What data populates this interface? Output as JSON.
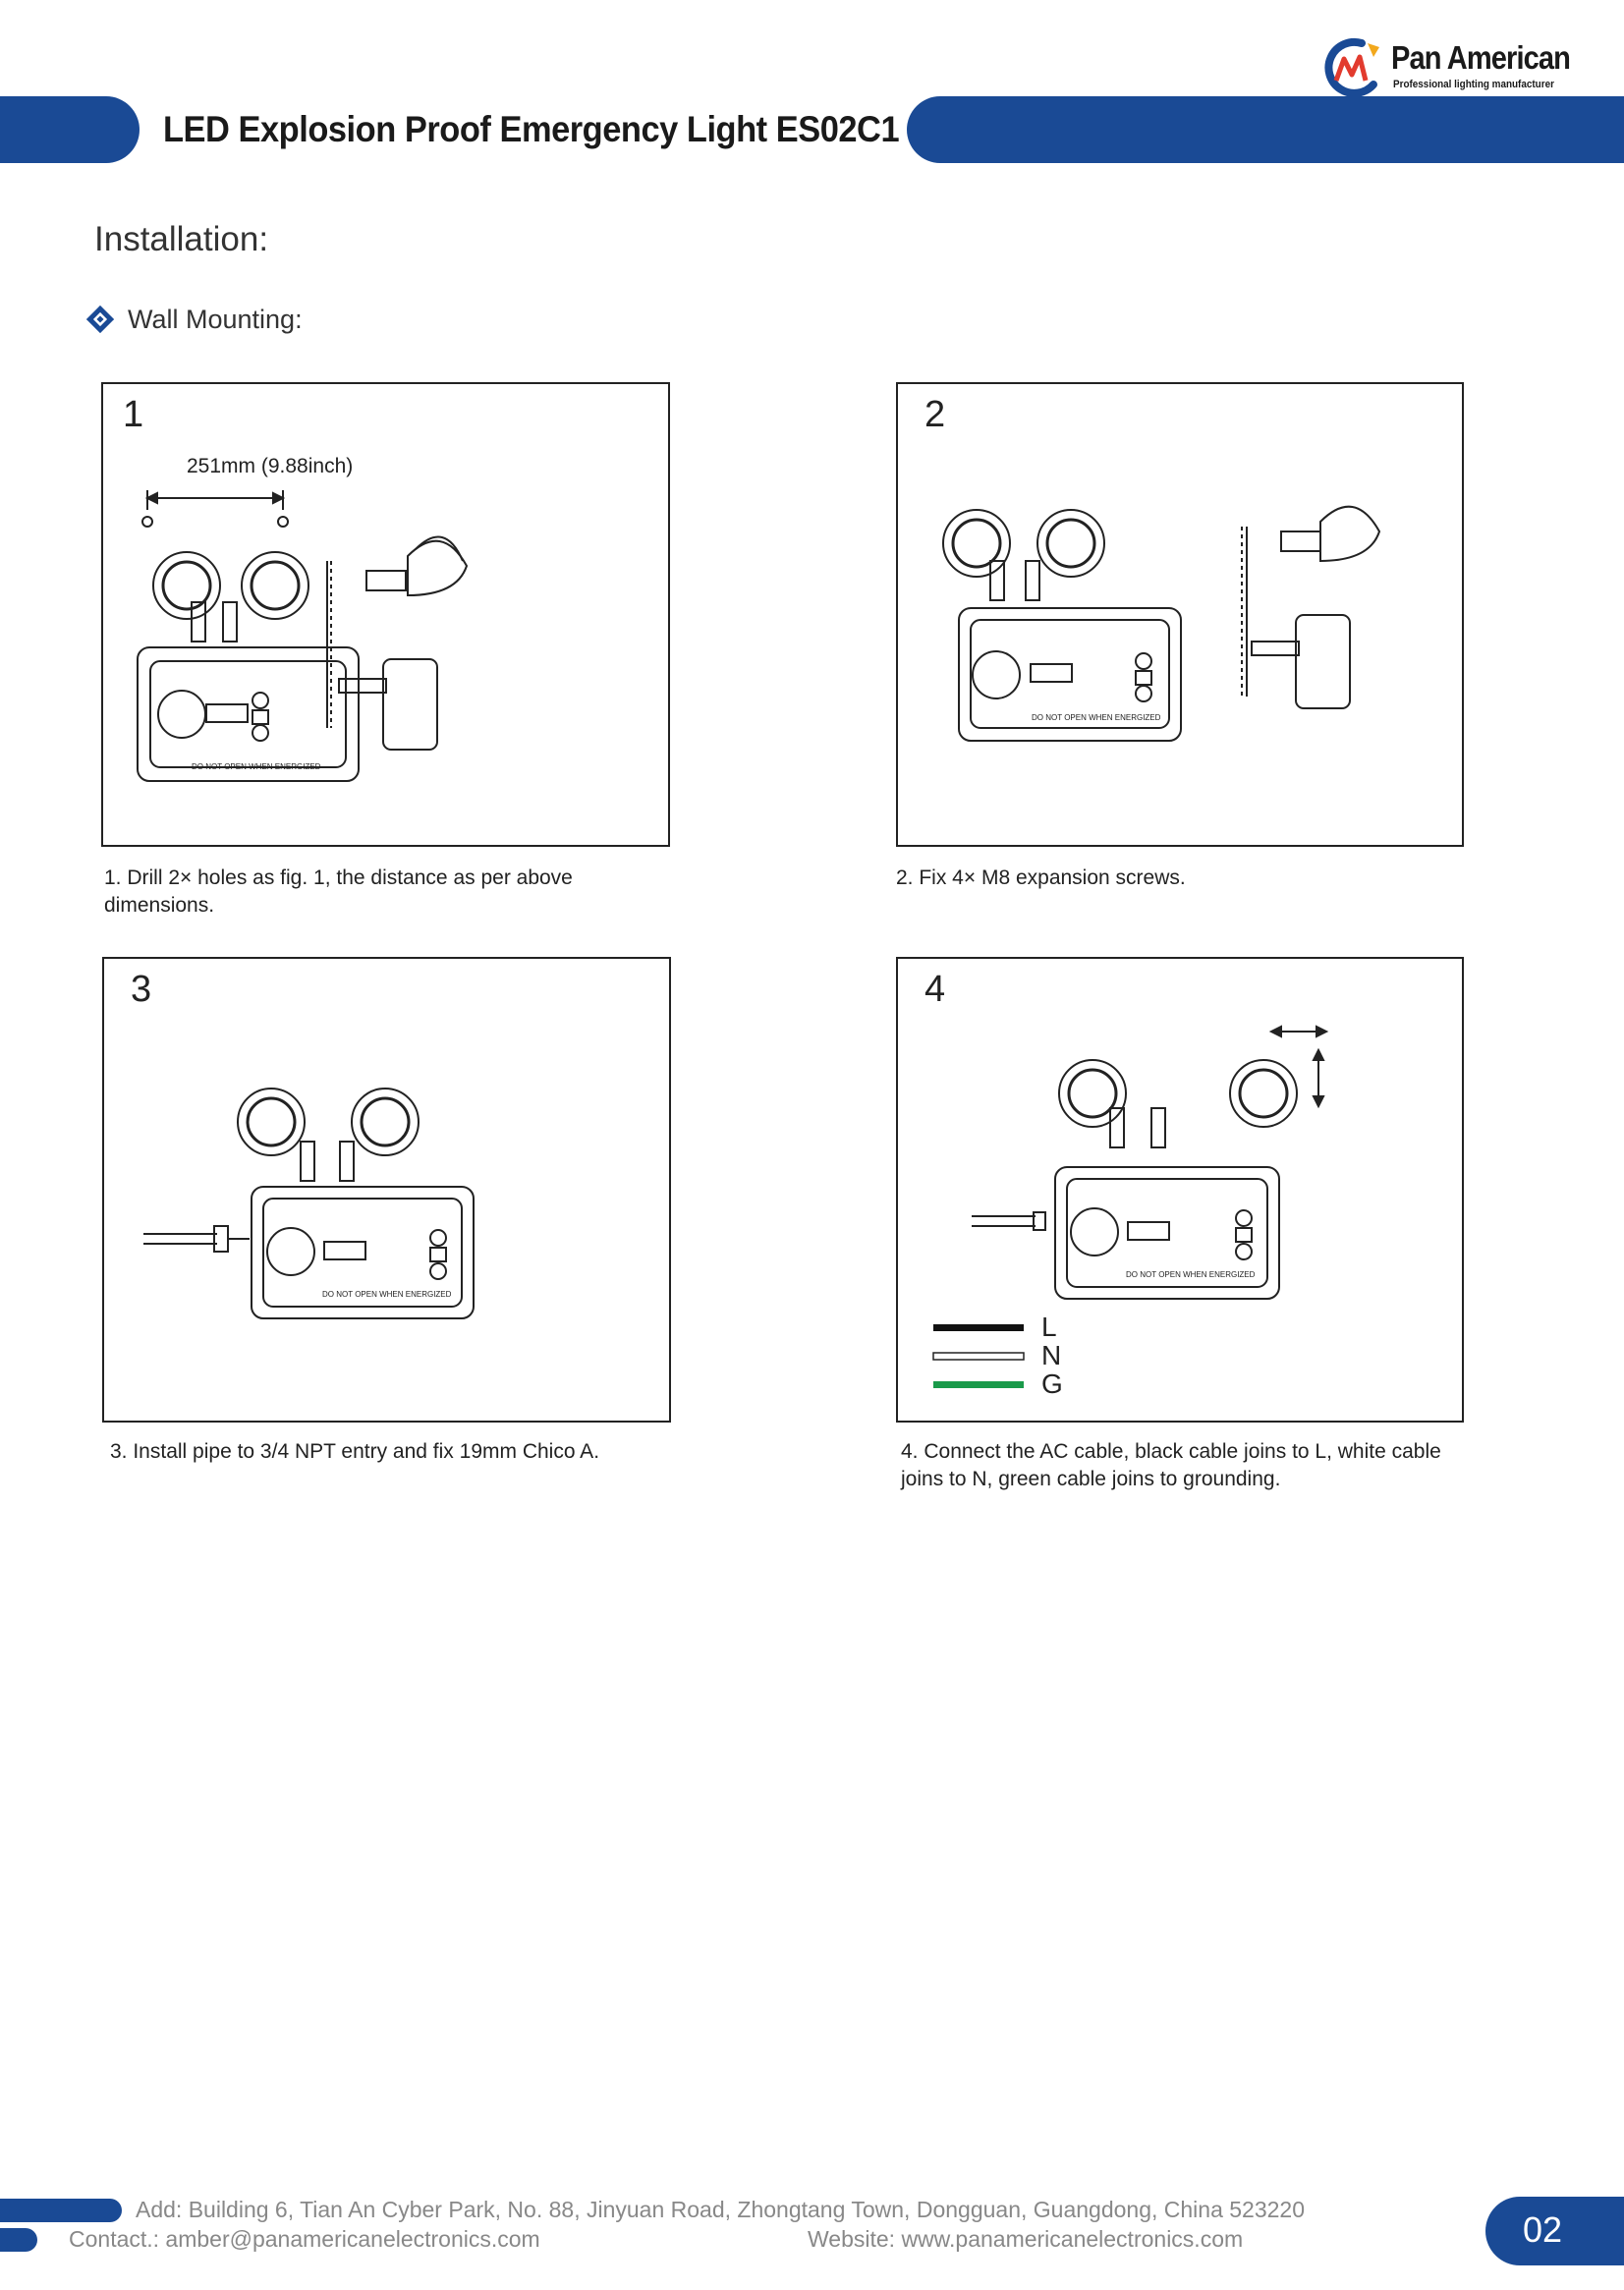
{
  "header": {
    "title": "LED Explosion Proof Emergency Light ES02C1",
    "brand_name": "Pan American",
    "brand_tagline": "Professional lighting manufacturer",
    "brand_color": "#1a4a95"
  },
  "section": {
    "title": "Installation:",
    "subsection": "Wall Mounting:"
  },
  "figures": [
    {
      "number": "1",
      "caption": "1. Drill 2× holes as fig. 1, the distance as per above dimensions.",
      "dimension": "251mm (9.88inch)"
    },
    {
      "number": "2",
      "caption": "2. Fix 4× M8 expansion screws."
    },
    {
      "number": "3",
      "caption": "3. Install pipe to 3/4 NPT entry and fix 19mm Chico A."
    },
    {
      "number": "4",
      "caption": "4. Connect the AC cable, black cable joins to L, white cable joins to N, green cable joins to grounding.",
      "wires": [
        {
          "label": "L",
          "color": "#111111"
        },
        {
          "label": "N",
          "color": "#ffffff"
        },
        {
          "label": "G",
          "color": "#1a9a4a"
        }
      ]
    }
  ],
  "device_label": "DO NOT OPEN WHEN ENERGIZED",
  "footer": {
    "address": "Add: Building 6, Tian An Cyber Park, No. 88, Jinyuan Road, Zhongtang Town, Dongguan, Guangdong, China 523220",
    "contact": "Contact.: amber@panamericanelectronics.com",
    "website": "Website: www.panamericanelectronics.com",
    "page_number": "02"
  }
}
